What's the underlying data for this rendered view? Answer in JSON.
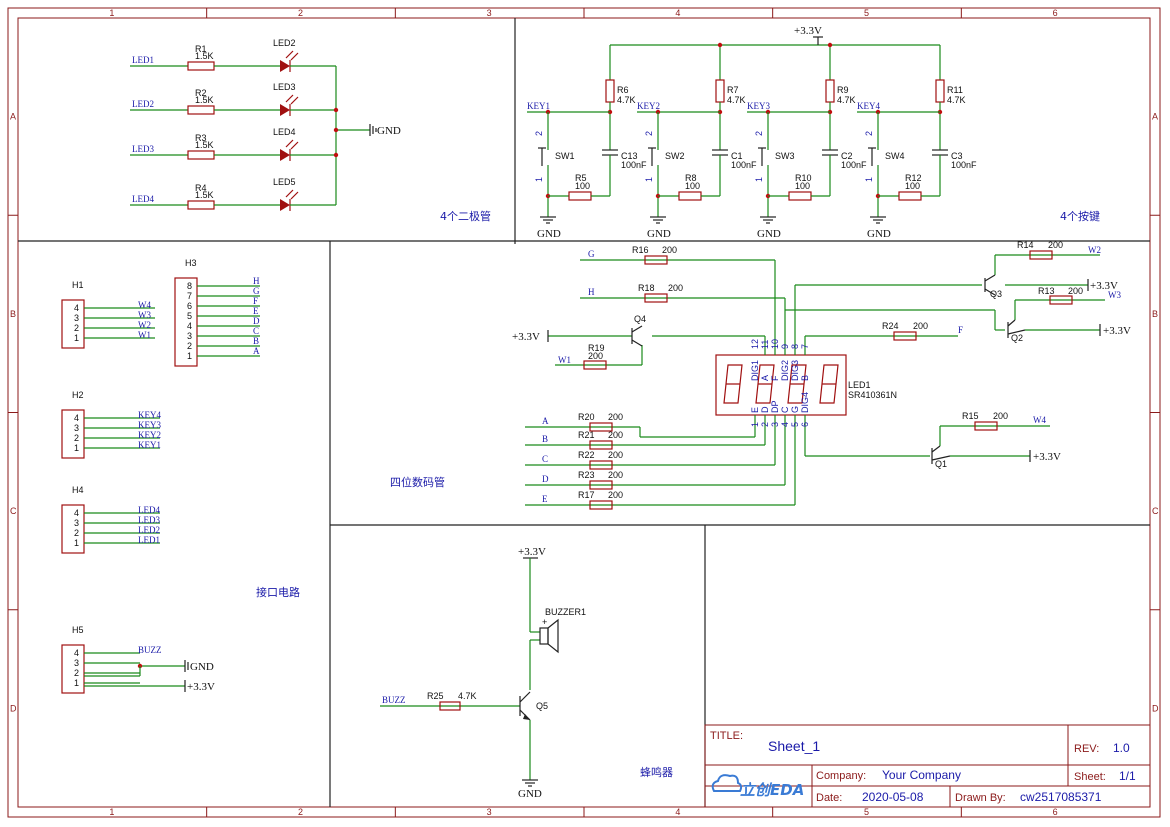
{
  "frame": {
    "zones_x": [
      "1",
      "2",
      "3",
      "4",
      "5",
      "6"
    ],
    "zones_y": [
      "A",
      "B",
      "C",
      "D"
    ]
  },
  "sections": {
    "diodes": "4个二极管",
    "keys": "4个按键",
    "display": "四位数码管",
    "interface": "接口电路",
    "buzzer": "蜂鸣器"
  },
  "power": {
    "vcc": "+3.3V",
    "gnd": "GND"
  },
  "leds": [
    {
      "net": "LED1",
      "res": "R1",
      "val": "1.5K",
      "led": "LED2"
    },
    {
      "net": "LED2",
      "res": "R2",
      "val": "1.5K",
      "led": "LED3"
    },
    {
      "net": "LED3",
      "res": "R3",
      "val": "1.5K",
      "led": "LED4"
    },
    {
      "net": "LED4",
      "res": "R4",
      "val": "1.5K",
      "led": "LED5"
    }
  ],
  "keys": [
    {
      "net": "KEY1",
      "pull": "R6",
      "pull_val": "4.7K",
      "sw": "SW1",
      "cap": "C13",
      "cap_val": "100nF",
      "res": "R5",
      "res_val": "100"
    },
    {
      "net": "KEY2",
      "pull": "R7",
      "pull_val": "4.7K",
      "sw": "SW2",
      "cap": "C1",
      "cap_val": "100nF",
      "res": "R8",
      "res_val": "100"
    },
    {
      "net": "KEY3",
      "pull": "R9",
      "pull_val": "4.7K",
      "sw": "SW3",
      "cap": "C2",
      "cap_val": "100nF",
      "res": "R10",
      "res_val": "100"
    },
    {
      "net": "KEY4",
      "pull": "R11",
      "pull_val": "4.7K",
      "sw": "SW4",
      "cap": "C3",
      "cap_val": "100nF",
      "res": "R12",
      "res_val": "100"
    }
  ],
  "sw_pins": {
    "top": "2",
    "bottom": "1"
  },
  "headers": {
    "h1": {
      "ref": "H1",
      "pins": [
        "4",
        "3",
        "2",
        "1"
      ],
      "nets": [
        "W4",
        "W3",
        "W2",
        "W1"
      ]
    },
    "h2": {
      "ref": "H2",
      "pins": [
        "4",
        "3",
        "2",
        "1"
      ],
      "nets": [
        "KEY4",
        "KEY3",
        "KEY2",
        "KEY1"
      ]
    },
    "h3": {
      "ref": "H3",
      "pins": [
        "8",
        "7",
        "6",
        "5",
        "4",
        "3",
        "2",
        "1"
      ],
      "nets": [
        "H",
        "G",
        "F",
        "E",
        "D",
        "C",
        "B",
        "A"
      ]
    },
    "h4": {
      "ref": "H4",
      "pins": [
        "4",
        "3",
        "2",
        "1"
      ],
      "nets": [
        "LED4",
        "LED3",
        "LED2",
        "LED1"
      ]
    },
    "h5": {
      "ref": "H5",
      "pins": [
        "4",
        "3",
        "2",
        "1"
      ],
      "nets": [
        "BUZZ",
        "GND",
        "+3.3V"
      ]
    }
  },
  "display": {
    "ref": "LED1",
    "part": "SR410361N",
    "top_pins": [
      "12",
      "11",
      "10",
      "9",
      "8",
      "7"
    ],
    "top_names": [
      "DIG1",
      "A",
      "F",
      "DIG2",
      "DIG3",
      "B"
    ],
    "bottom_pins": [
      "1",
      "2",
      "3",
      "4",
      "5",
      "6"
    ],
    "bottom_names": [
      "E",
      "D",
      "DP",
      "C",
      "G",
      "DIG4"
    ],
    "top_res": [
      {
        "net": "G",
        "ref": "R16",
        "val": "200"
      },
      {
        "net": "H",
        "ref": "R18",
        "val": "200"
      }
    ],
    "q4": {
      "ref": "Q4",
      "res": "R19",
      "val": "200",
      "net": "W1"
    },
    "seg_res": [
      {
        "net": "A",
        "ref": "R20",
        "val": "200"
      },
      {
        "net": "B",
        "ref": "R21",
        "val": "200"
      },
      {
        "net": "C",
        "ref": "R22",
        "val": "200"
      },
      {
        "net": "D",
        "ref": "R23",
        "val": "200"
      },
      {
        "net": "E",
        "ref": "R17",
        "val": "200"
      }
    ],
    "r24": {
      "ref": "R24",
      "val": "200",
      "net": "F"
    },
    "q3": {
      "ref": "Q3",
      "res": "R14",
      "val": "200",
      "net": "W2"
    },
    "q2": {
      "ref": "Q2",
      "res": "R13",
      "val": "200",
      "net": "W3"
    },
    "q1": {
      "ref": "Q1",
      "res": "R15",
      "val": "200",
      "net": "W4"
    }
  },
  "buzzer": {
    "ref": "BUZZER1",
    "sign": "+",
    "res": "R25",
    "val": "4.7K",
    "net": "BUZZ",
    "q": "Q5"
  },
  "title_block": {
    "title_label": "TITLE:",
    "title": "Sheet_1",
    "rev_label": "REV:",
    "rev": "1.0",
    "company_label": "Company:",
    "company": "Your Company",
    "sheet_label": "Sheet:",
    "sheet": "1/1",
    "date_label": "Date:",
    "date": "2020-05-08",
    "drawn_label": "Drawn By:",
    "drawn": "cw2517085371",
    "logo": "立创EDA"
  }
}
